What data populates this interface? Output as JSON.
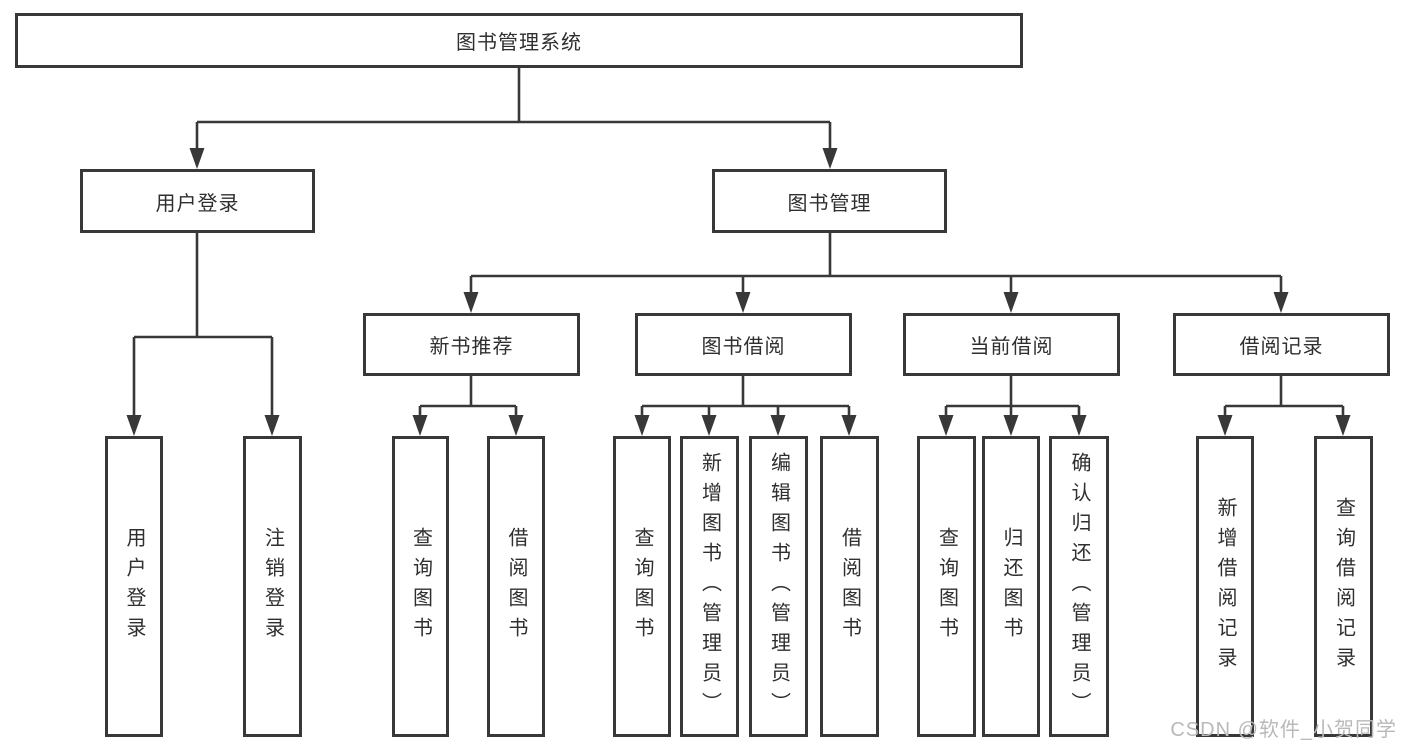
{
  "diagram": {
    "root": {
      "label": "图书管理系统"
    },
    "branches": [
      {
        "label": "用户登录",
        "children": [
          {
            "label": "用户登录"
          },
          {
            "label": "注销登录"
          }
        ]
      },
      {
        "label": "图书管理",
        "children": [
          {
            "label": "新书推荐",
            "children": [
              {
                "label": "查询图书"
              },
              {
                "label": "借阅图书"
              }
            ]
          },
          {
            "label": "图书借阅",
            "children": [
              {
                "label": "查询图书"
              },
              {
                "label": "新增图书（管理员）"
              },
              {
                "label": "编辑图书（管理员）"
              },
              {
                "label": "借阅图书"
              }
            ]
          },
          {
            "label": "当前借阅",
            "children": [
              {
                "label": "查询图书"
              },
              {
                "label": "归还图书"
              },
              {
                "label": "确认归还（管理员）"
              }
            ]
          },
          {
            "label": "借阅记录",
            "children": [
              {
                "label": "新增借阅记录"
              },
              {
                "label": "查询借阅记录"
              }
            ]
          }
        ]
      }
    ]
  },
  "watermark": {
    "text": "CSDN @软件_小贺同学"
  },
  "colors": {
    "line": "#383838",
    "box_border": "#383838",
    "text": "#2f2f2f",
    "watermark": "#b9b9b9",
    "background": "#ffffff"
  }
}
